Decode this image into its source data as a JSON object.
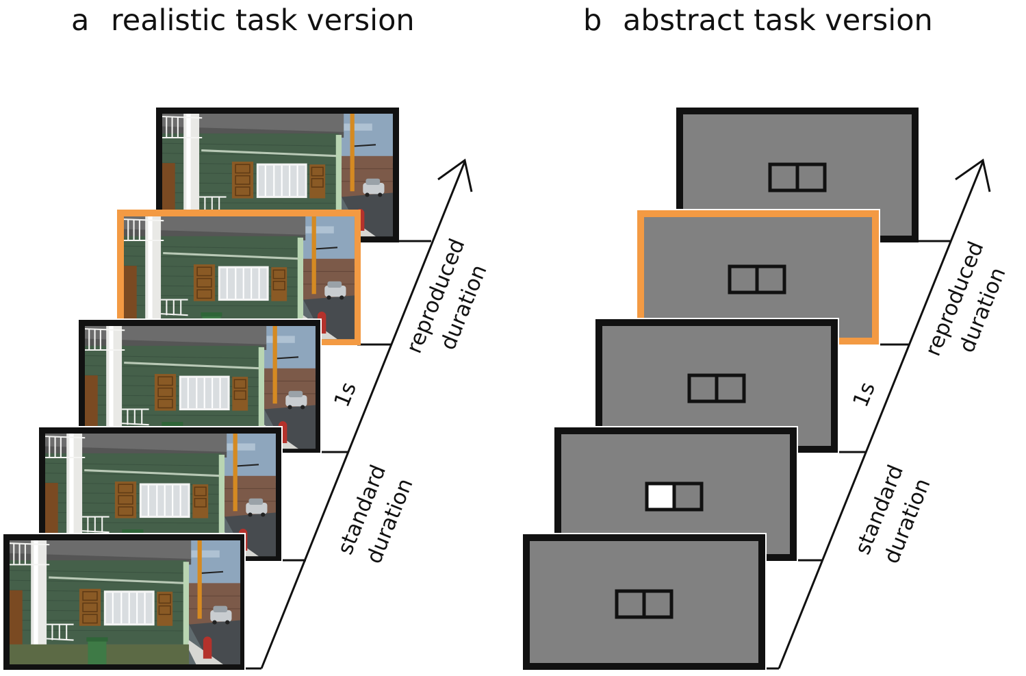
{
  "panels": {
    "a": {
      "letter": "a",
      "title": "realistic task version",
      "frame_style": "realistic street scene",
      "frames": 5,
      "highlighted_frame": 2
    },
    "b": {
      "letter": "b",
      "title": "abstract task version",
      "frame_style": "abstract gray screen with two-window icon",
      "frames": 5,
      "highlighted_frame": 2,
      "lit_window_frame": 4
    }
  },
  "axis": {
    "reproduced_1": "reproduced",
    "reproduced_2": "duration",
    "gap": "1s",
    "standard_1": "standard",
    "standard_2": "duration"
  },
  "colors": {
    "highlight": "#f39a43",
    "frame_border": "#111111",
    "abstract_fill": "#818181",
    "lit_window": "#ffffff",
    "wall_green": "#45604a",
    "shutter_brown": "#8a5a25",
    "sky": "#8ea6bd"
  }
}
